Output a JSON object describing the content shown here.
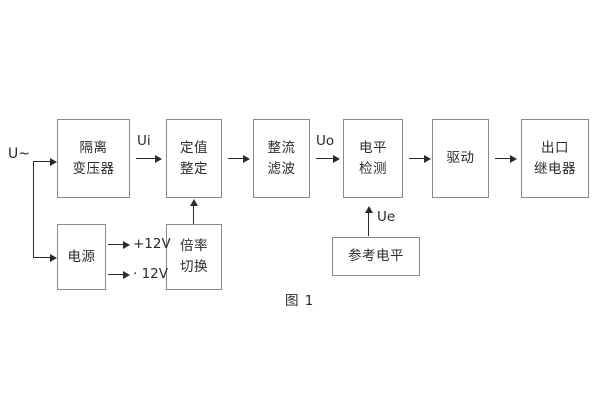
{
  "figure": {
    "caption": "图 1",
    "colors": {
      "box_border": "#8a8a8a",
      "line": "#2b2b2b",
      "text": "#2b2b2b",
      "background": "#ffffff"
    }
  },
  "input": {
    "source_label": "U~"
  },
  "main_chain": [
    {
      "id": "isolation-transformer",
      "line1": "隔离",
      "line2": "变压器"
    },
    {
      "id": "setting-value",
      "line1": "定值",
      "line2": "整定"
    },
    {
      "id": "rectify-filter",
      "line1": "整流",
      "line2": "滤波"
    },
    {
      "id": "level-detection",
      "line1": "电平",
      "line2": "检测"
    },
    {
      "id": "drive",
      "line1": "驱动",
      "line2": ""
    },
    {
      "id": "output-relay",
      "line1": "出口",
      "line2": "继电器"
    }
  ],
  "aux_blocks": [
    {
      "id": "power-supply",
      "line1": "电源",
      "line2": ""
    },
    {
      "id": "multiplier-switch",
      "line1": "倍率",
      "line2": "切换"
    },
    {
      "id": "reference-level",
      "line1": "参考电平",
      "line2": ""
    }
  ],
  "signal_labels": {
    "ui": "Ui",
    "uo": "Uo",
    "ue": "Ue"
  },
  "power_rails": [
    {
      "id": "rail-pos-12v",
      "label": "+12V"
    },
    {
      "id": "rail-neg-12v",
      "label": "· 12V"
    }
  ]
}
